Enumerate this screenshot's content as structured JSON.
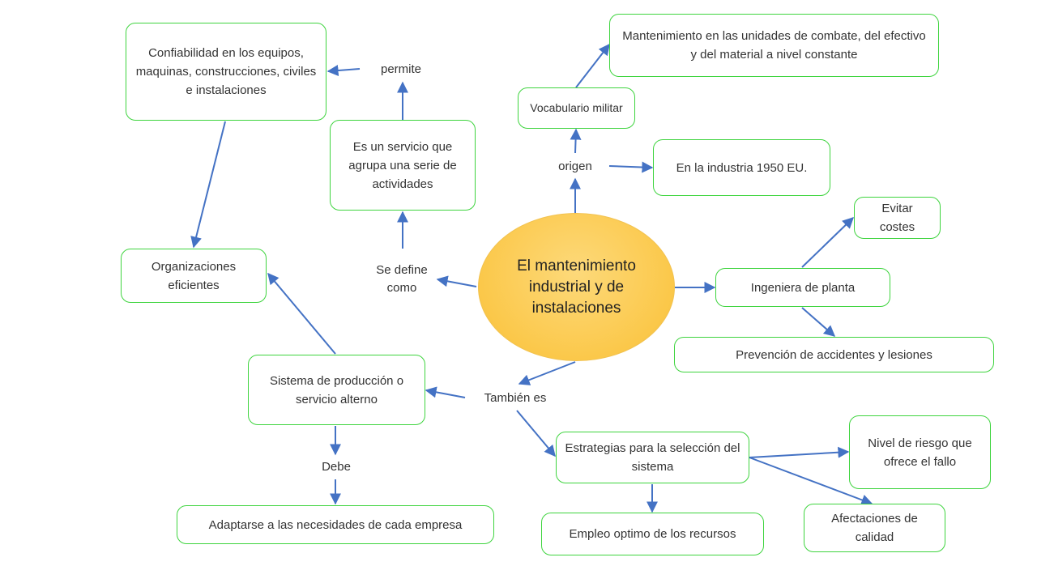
{
  "center": {
    "title": "El mantenimiento industrial y de instalaciones"
  },
  "colors": {
    "node_border": "#3ed43e",
    "center_fill": "#fbc84a",
    "arrow": "#4472c4"
  },
  "nodes": {
    "confiabilidad": "Confiabilidad en los equipos, maquinas, construcciones, civiles e instalaciones",
    "servicio": "Es un servicio que agrupa una serie de actividades",
    "organizaciones": "Organizaciones eficientes",
    "sistema": "Sistema de producción o servicio alterno",
    "adaptarse": "Adaptarse a las necesidades de cada empresa",
    "mantenimiento_militar": "Mantenimiento en las unidades de combate, del efectivo y del material a nivel constante",
    "vocabulario": "Vocabulario militar",
    "industria": "En la industria 1950 EU.",
    "evitar": "Evitar costes",
    "ingeniera": "Ingeniera de planta",
    "prevencion": "Prevención de accidentes y lesiones",
    "estrategias": "Estrategias para la selección del sistema",
    "nivel_riesgo": "Nivel de riesgo que ofrece el fallo",
    "empleo": "Empleo optimo de los recursos",
    "afectaciones": "Afectaciones de calidad"
  },
  "labels": {
    "permite": "permite",
    "se_define": "Se define como",
    "origen": "origen",
    "tambien": "También es",
    "debe": "Debe"
  }
}
